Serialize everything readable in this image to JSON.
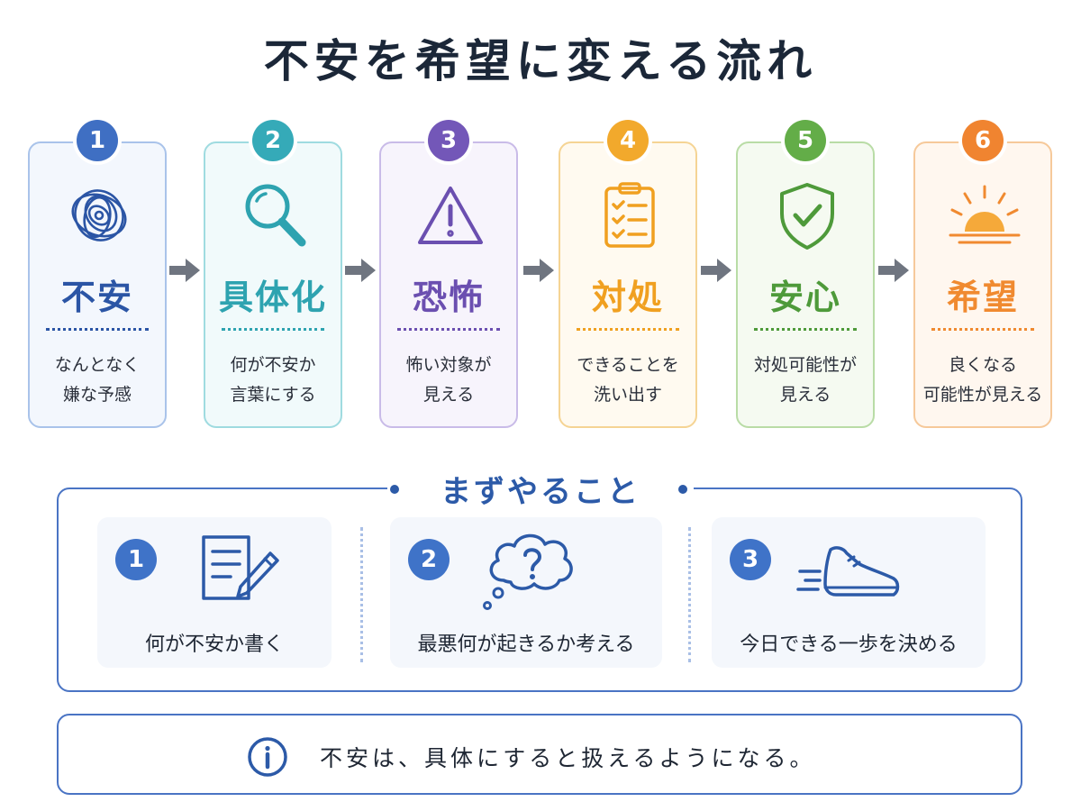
{
  "title": "不安を希望に変える流れ",
  "steps": [
    {
      "num": "1",
      "title": "不安",
      "desc": [
        "なんとなく",
        "嫌な予感"
      ],
      "color": "#2b55a5",
      "badge": "#3f6fc3",
      "border": "#a9c3ea",
      "bg": "#f3f7fd",
      "icon": "tangle-icon"
    },
    {
      "num": "2",
      "title": "具体化",
      "desc": [
        "何が不安か",
        "言葉にする"
      ],
      "color": "#2ea3b0",
      "badge": "#35aab8",
      "border": "#9fdbe0",
      "bg": "#f1fafb",
      "icon": "magnifier-icon"
    },
    {
      "num": "3",
      "title": "恐怖",
      "desc": [
        "怖い対象が",
        "見える"
      ],
      "color": "#6b4fb0",
      "badge": "#7357b8",
      "border": "#c9bbe8",
      "bg": "#f7f4fc",
      "icon": "warning-icon"
    },
    {
      "num": "4",
      "title": "対処",
      "desc": [
        "できることを",
        "洗い出す"
      ],
      "color": "#f0a020",
      "badge": "#f2a92c",
      "border": "#f5d494",
      "bg": "#fffaf0",
      "icon": "checklist-icon"
    },
    {
      "num": "5",
      "title": "安心",
      "desc": [
        "対処可能性が",
        "見える"
      ],
      "color": "#4e9a3a",
      "badge": "#63ad48",
      "border": "#b9dca6",
      "bg": "#f5faf1",
      "icon": "shield-check-icon"
    },
    {
      "num": "6",
      "title": "希望",
      "desc": [
        "良くなる",
        "可能性が見える"
      ],
      "color": "#f08a30",
      "badge": "#f08430",
      "border": "#f6c99a",
      "bg": "#fff7ef",
      "icon": "sunrise-icon"
    }
  ],
  "todo": {
    "title": "まずやること",
    "items": [
      {
        "num": "1",
        "label": "何が不安か書く",
        "icon": "note-pencil-icon"
      },
      {
        "num": "2",
        "label": "最悪何が起きるか考える",
        "icon": "thought-question-icon"
      },
      {
        "num": "3",
        "label": "今日できる一歩を決める",
        "icon": "running-shoe-icon"
      }
    ]
  },
  "note": {
    "text": "不安は、具体にすると扱えるようになる。",
    "icon": "info-icon"
  },
  "colors": {
    "arrow": "#6f7580",
    "accent_blue": "#2c5aa8"
  }
}
